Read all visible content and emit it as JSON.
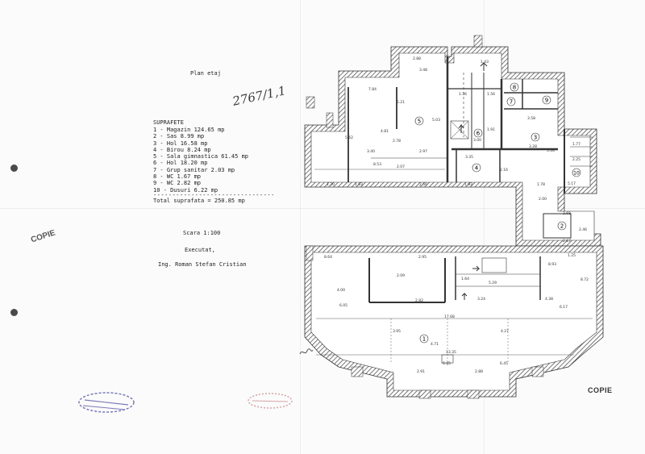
{
  "document": {
    "title": "Plan etaj",
    "reference_number": "2767/1,1",
    "surfaces_heading": "SUPRAFETE",
    "surfaces": [
      "1 - Magazin 124.65 mp",
      "2 - Sas 8.99 mp",
      "3 - Hol 16.58 mp",
      "4 - Birou 8.24 mp",
      "5 - Sala gimnastica 61.45 mp",
      "6 - Hol 18.20 mp",
      "7 - Grup sanitar 2.03 mp",
      "8 - WC 1.67 mp",
      "9 - WC 2.82 mp",
      "10 - Dusuri 6.22 mp"
    ],
    "separator": "--------------------------------",
    "total": "Total suprafata = 250.85 mp",
    "scale": "Scara 1:100",
    "executed_label": "Executat,",
    "engineer": "Ing. Roman Stefan Cristian",
    "copy_marks": [
      "COPIE",
      "COPIE"
    ]
  },
  "plan": {
    "room_numbers": [
      "1",
      "2",
      "3",
      "4",
      "5",
      "6",
      "7",
      "8",
      "9",
      "10"
    ],
    "dimensions": {
      "d_288": "2.88",
      "d_348": "3.48",
      "d_784": "7.84",
      "d_521": "5.21",
      "d_562": "5.62",
      "d_481": "4.81",
      "d_340": "3.40",
      "d_297": "2.97",
      "d_853": "8.53",
      "d_120": "1.20",
      "d_163": "1.63",
      "d_256": "2.56",
      "d_207": "2.07",
      "d_278": "2.78",
      "d_136": "1.36",
      "d_156": "1.56",
      "d_300": "3.00",
      "d_191": "1.91",
      "d_143": "1.43",
      "d_358": "3.58",
      "d_328": "3.28",
      "d_335": "3.35",
      "d_534": "5.34",
      "d_193": "1.93",
      "d_178": "1.78",
      "d_177": "1.77",
      "d_225": "2.25",
      "d_517": "5.17",
      "d_200": "2.00",
      "d_268": "2.68",
      "d_267": "2.67",
      "d_246": "2.46",
      "d_125": "1.25",
      "d_295": "2.95",
      "d_893": "8.93",
      "d_864": "8.64",
      "d_529": "5.29",
      "d_872": "8.72",
      "d_400": "4.00",
      "d_282": "2.82",
      "d_324": "3.24",
      "d_438": "4.38",
      "d_1768": "17.68",
      "d_395": "3.95",
      "d_427": "4.27",
      "d_1335": "13.35",
      "d_645": "6.45",
      "d_291": "2.91",
      "d_288b": "2.88",
      "d_605": "6.05",
      "d_617": "6.17",
      "d_645b": "6.45",
      "d_209": "2.09",
      "d_503": "5.03",
      "d_216": "2.16",
      "d_164": "1.64",
      "d_471": "4.71"
    }
  },
  "colors": {
    "paper": "#fbfbfb",
    "ink": "#222222",
    "wall_hatch": "#555555",
    "stamp_blue": "#7a7ab8",
    "stamp_red": "#d6a3a8"
  }
}
